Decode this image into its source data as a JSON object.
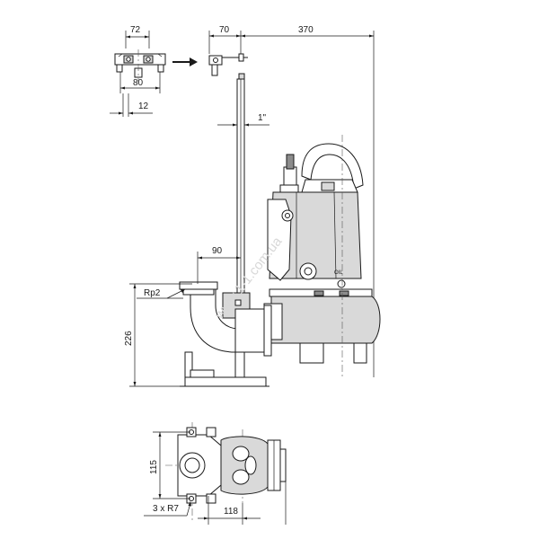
{
  "dimensions": {
    "bracket_width_top": "72",
    "bracket_width_bottom": "80",
    "bracket_offset": "12",
    "guide_offset": "70",
    "pump_reach": "370",
    "guide_pipe_size": "1\"",
    "coupling_offset": "90",
    "outlet_thread": "Rp2",
    "coupling_height": "226",
    "base_depth": "115",
    "base_width": "118",
    "bolt_holes": "3 x  R7"
  },
  "pump_label": "OIL",
  "watermark": "www.1-1.com.ua",
  "icons": {
    "arrow": "arrow-right-icon"
  }
}
